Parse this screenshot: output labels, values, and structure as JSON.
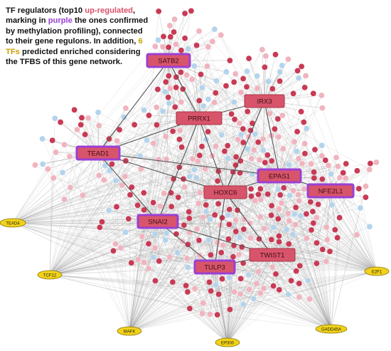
{
  "caption": {
    "p1": "TF regulators (top10 ",
    "up": "up-regulated",
    "p2": ", marking in ",
    "purple": "purple",
    "p3": " the ones confirmed by methylation profiling), connected to their gene regulons. In addition, ",
    "tfs": "6 TFs",
    "p4": " predicted enriched considering the TFBS of this gene network."
  },
  "colors": {
    "hub_fill": "#d8546a",
    "hub_purple_border": "#9b3fd4",
    "tfbs_fill": "#f0d21c",
    "tfbs_border": "#8a7400",
    "gene_up_dark": "#c83a55",
    "gene_up_light": "#f0b4bf",
    "gene_down": "#b4d4ec",
    "edge": "#9a9a9a",
    "edge_strong": "#555555"
  },
  "hubs": [
    {
      "label": "SATB2",
      "purple": true
    },
    {
      "label": "PRRX1",
      "purple": false
    },
    {
      "label": "IRX3",
      "purple": false
    },
    {
      "label": "TEAD1",
      "purple": true
    },
    {
      "label": "EPAS1",
      "purple": true
    },
    {
      "label": "NFE2L1",
      "purple": true
    },
    {
      "label": "HOXC6",
      "purple": false
    },
    {
      "label": "SNAI2",
      "purple": true
    },
    {
      "label": "TWIST1",
      "purple": false
    },
    {
      "label": "TULP3",
      "purple": true
    }
  ],
  "tfbs": [
    {
      "label": "TEAD4"
    },
    {
      "label": "TCF12"
    },
    {
      "label": "MAFK"
    },
    {
      "label": "EP300"
    },
    {
      "label": "GADD45A"
    },
    {
      "label": "E2F1"
    }
  ]
}
